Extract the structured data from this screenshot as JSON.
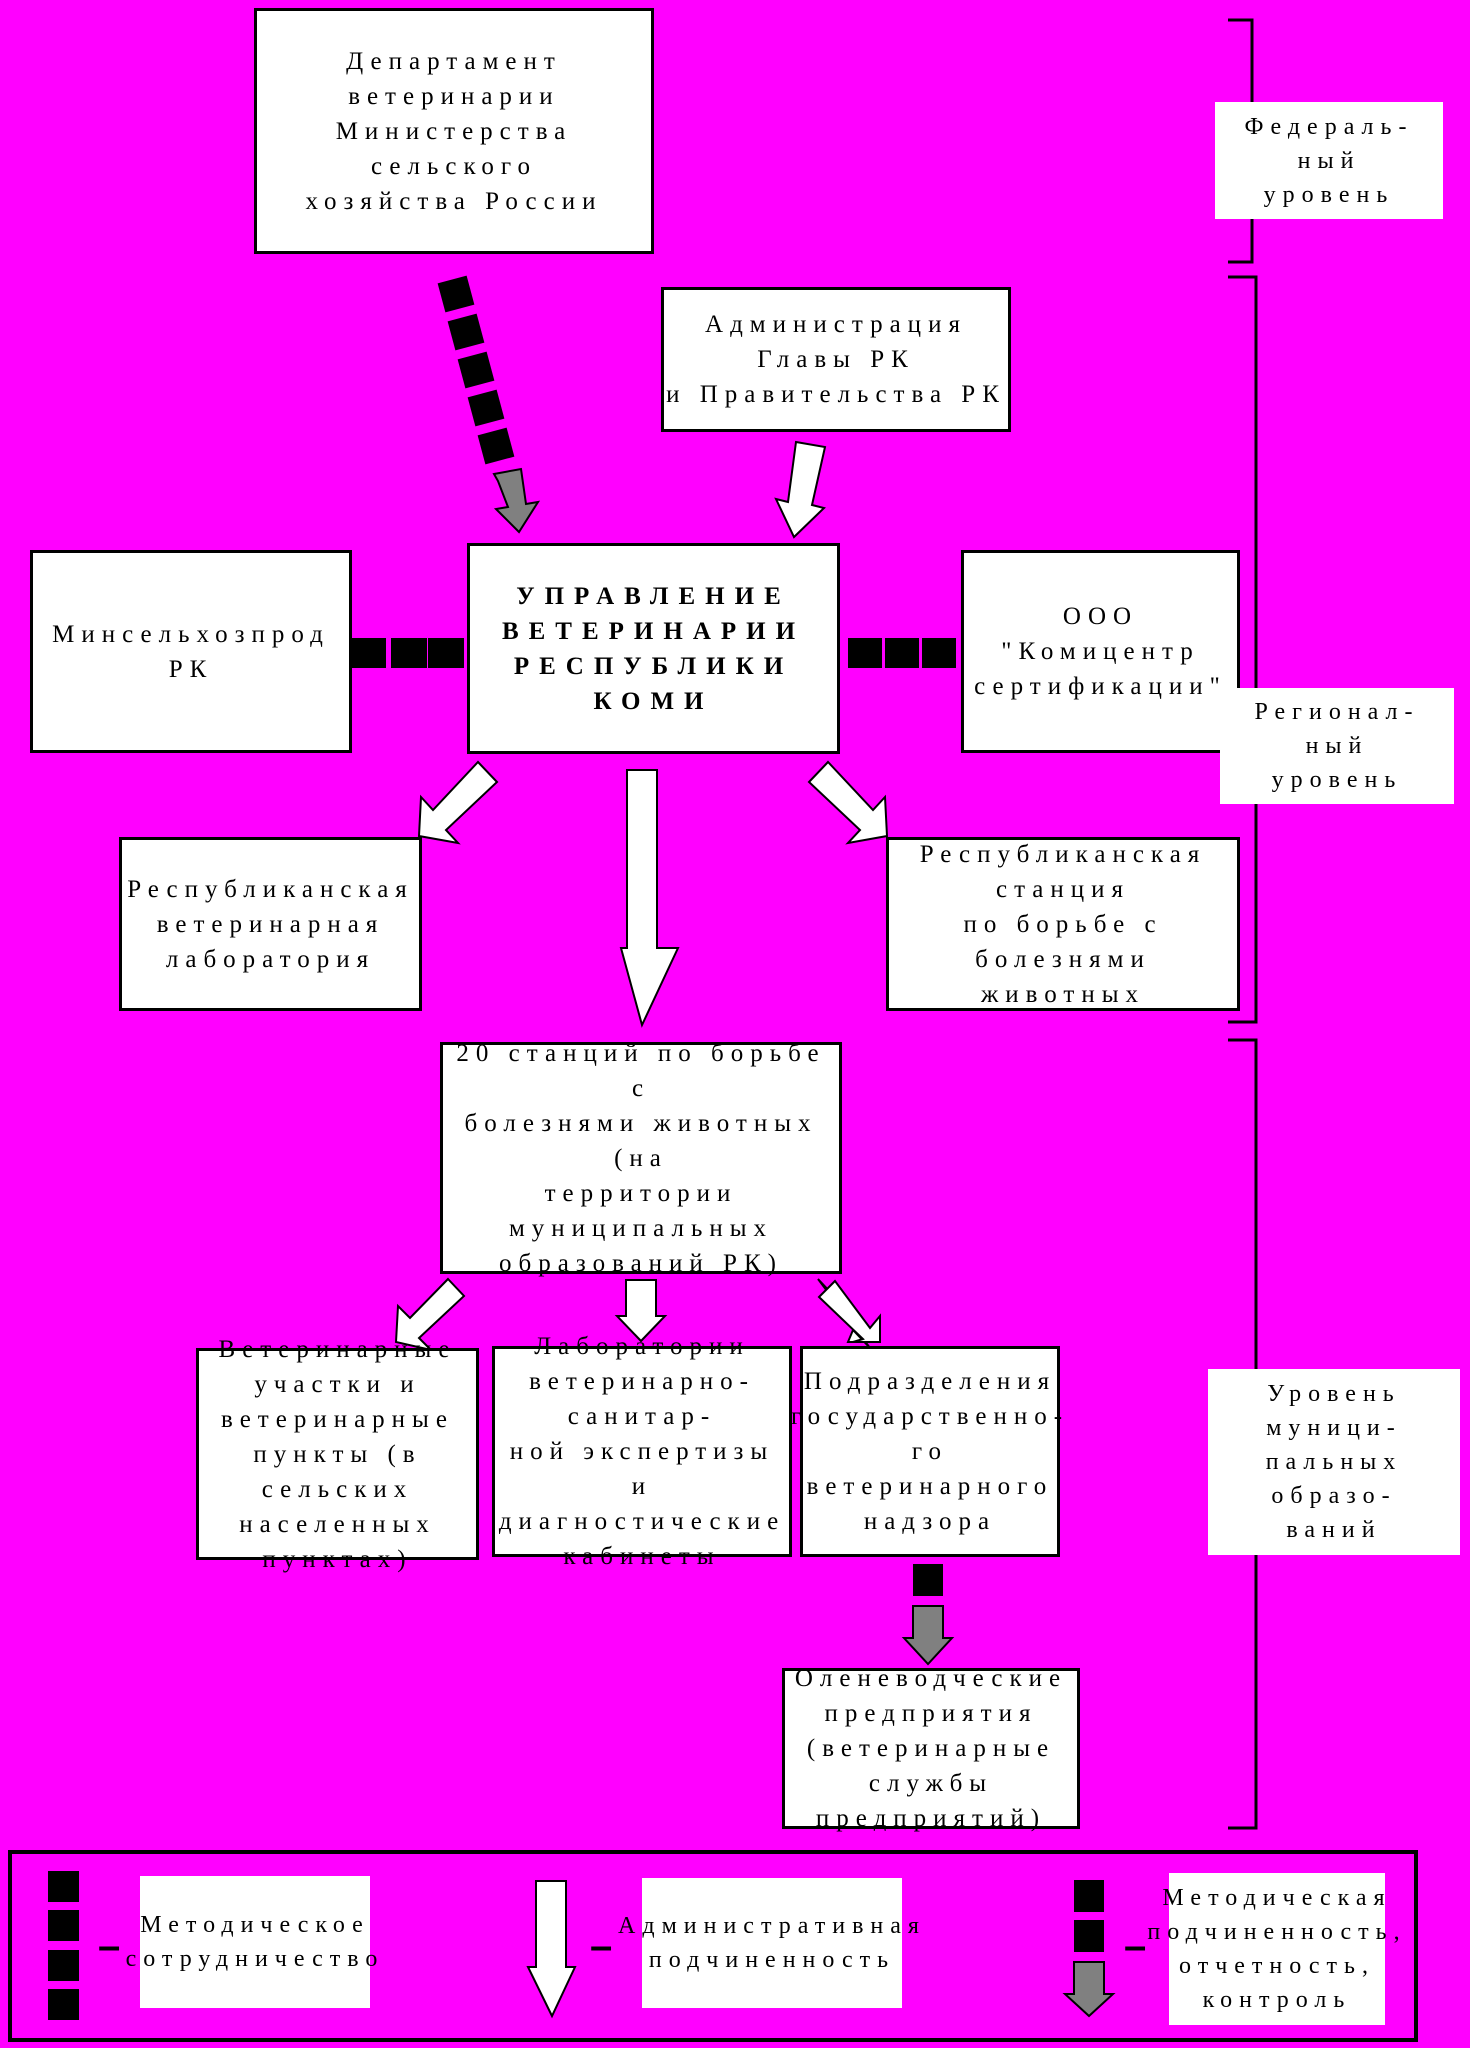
{
  "boxes": {
    "dept": "Департамент ветеринарии\nМинистерства сельского\nхозяйства России",
    "admin": "Администрация Главы РК\nи Правительства РК",
    "main": "УПРАВЛЕНИЕ\nВЕТЕРИНАРИИ\nРЕСПУБЛИКИ КОМИ",
    "minselhoz": "Минсельхозпрод РК",
    "komicentr": "ООО \"Комицентр\nсертификации\"",
    "lab": "Республиканская\nветеринарная\nлаборатория",
    "station": "Республиканская станция\nпо борьбе с болезнями\nживотных",
    "stations20": "20 станций по борьбе с\nболезнями животных (на\nтерритории муниципальных\nобразований РК)",
    "uchastki": "Ветеринарные\nучастки и\nветеринарные\nпункты (в сельских\nнаселенных пунктах)",
    "labs_vse": "Лаборатории\nветеринарно-санитар-\nной экспертизы и\nдиагностические\nкабинеты",
    "podrazd": "Подразделения\nгосударственно-\nго ветеринарного\nнадзора",
    "olen": "Оленеводческие\nпредприятия\n(ветеринарные\nслужбы предприятий)"
  },
  "levels": {
    "federal": "Федераль-\nный\nуровень",
    "regional": "Регионал-\nный\nуровень",
    "municipal": "Уровень\nмуници-\nпальных\nобразо-\nваний"
  },
  "legend": {
    "methodical": "Методическое\nсотрудничество",
    "administrative": "Административная\nподчиненность",
    "reporting": "Методическая\nподчиненность,\nотчетность,\nконтроль",
    "dash": "–"
  },
  "colors": {
    "background": "#ff00ff",
    "box": "#ffffff",
    "border": "#000000",
    "gray_arrow": "#808080"
  }
}
